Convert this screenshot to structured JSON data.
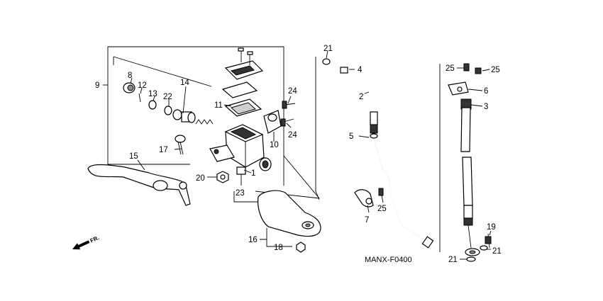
{
  "diagram": {
    "code_label": "MANX-F0400",
    "direction_label": "FR.",
    "callouts": [
      "1",
      "2",
      "3",
      "4",
      "5",
      "6",
      "7",
      "8",
      "9",
      "10",
      "11",
      "12",
      "13",
      "14",
      "15",
      "16",
      "17",
      "18",
      "19",
      "20",
      "21",
      "22",
      "23",
      "24",
      "25"
    ]
  }
}
